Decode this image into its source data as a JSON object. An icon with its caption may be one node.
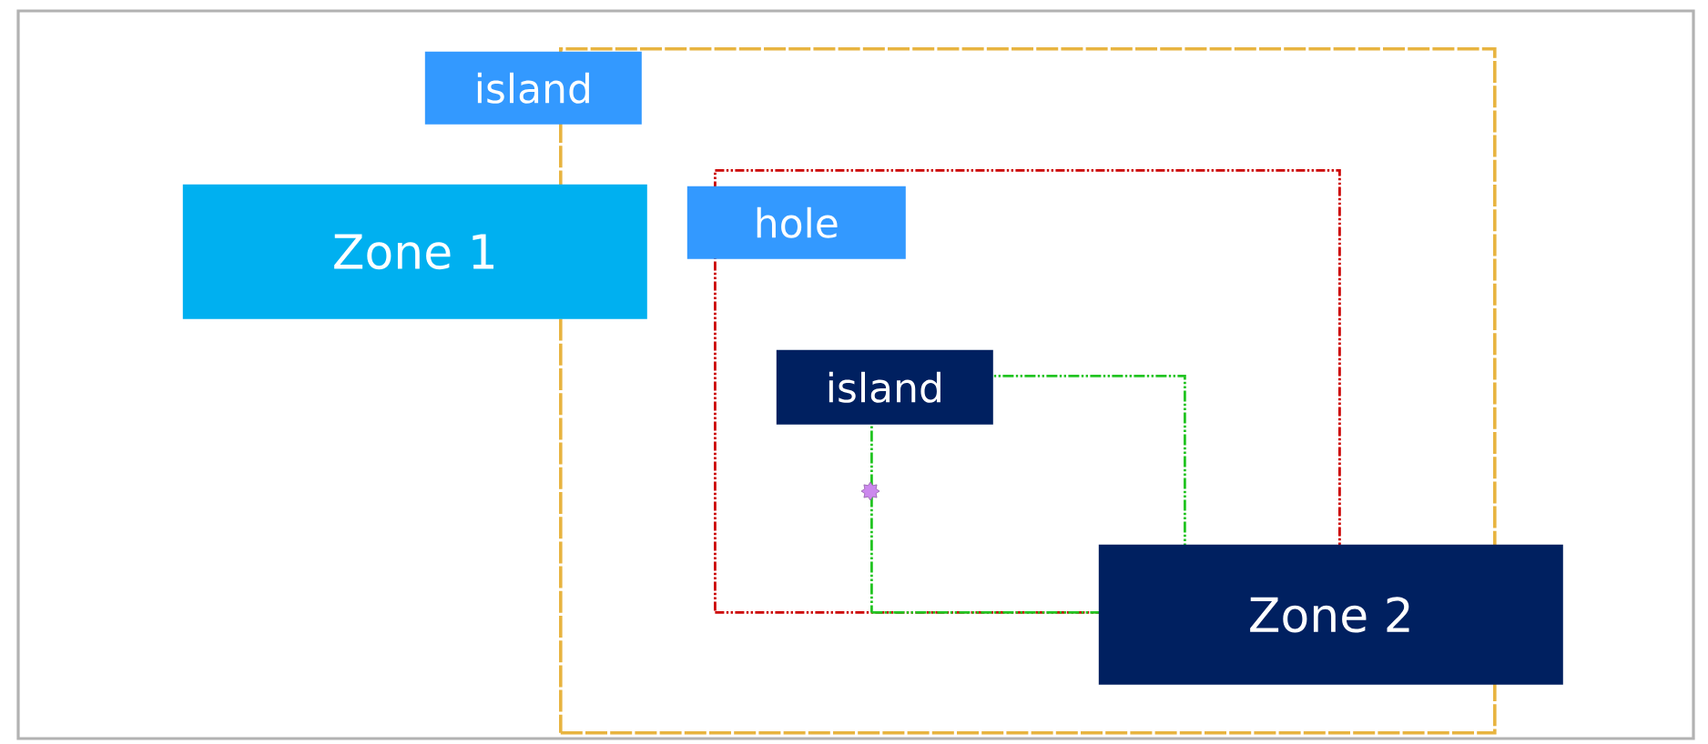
{
  "diagram": {
    "nodes": [
      {
        "text": [],
        "shape": "box"
      },
      {
        "text": [
          "island"
        ]
      },
      {
        "text": [
          "Zone 1"
        ]
      },
      {
        "text": [],
        "shape": "box",
        "in": 0
      },
      {
        "text": [
          "hole"
        ],
        "in": 0
      },
      {
        "text": [],
        "shape": "box",
        "in": 3
      },
      {
        "text": [
          "island"
        ],
        "in": 3
      },
      {
        "text": [
          "Zone 2"
        ]
      }
    ]
  }
}
